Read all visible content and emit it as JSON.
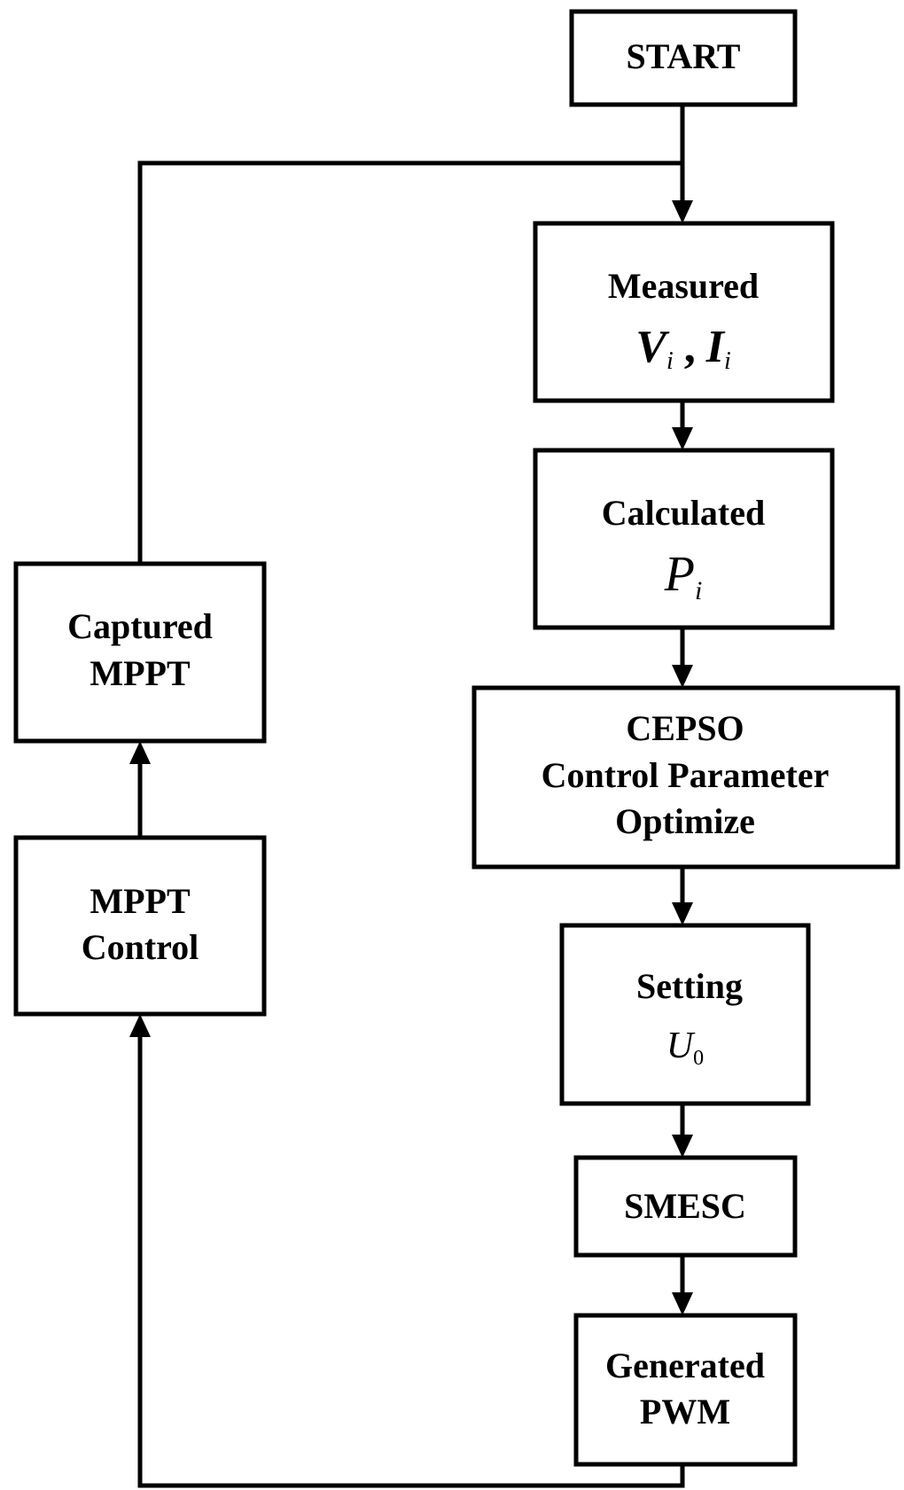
{
  "nodes": {
    "start": {
      "label": "START"
    },
    "measured": {
      "label": "Measured",
      "v": "V",
      "v_sub": "i",
      "sep": ",",
      "i": "I",
      "i_sub": "i"
    },
    "calculated": {
      "label": "Calculated",
      "p": "P",
      "p_sub": "i"
    },
    "cepso": {
      "line1": "CEPSO",
      "line2": "Control Parameter",
      "line3": "Optimize"
    },
    "setting": {
      "label": "Setting",
      "u": "U",
      "u_sub": "0"
    },
    "smesc": {
      "label": "SMESC"
    },
    "generated": {
      "line1": "Generated",
      "line2": "PWM"
    },
    "mppt_control": {
      "line1": "MPPT",
      "line2": "Control"
    },
    "captured": {
      "line1": "Captured",
      "line2": "MPPT"
    }
  },
  "edges": [
    {
      "from": "start",
      "to": "measured"
    },
    {
      "from": "measured",
      "to": "calculated"
    },
    {
      "from": "calculated",
      "to": "cepso"
    },
    {
      "from": "cepso",
      "to": "setting"
    },
    {
      "from": "setting",
      "to": "smesc"
    },
    {
      "from": "smesc",
      "to": "generated"
    },
    {
      "from": "generated",
      "to": "mppt_control"
    },
    {
      "from": "mppt_control",
      "to": "captured"
    },
    {
      "from": "captured",
      "to": "measured"
    }
  ]
}
